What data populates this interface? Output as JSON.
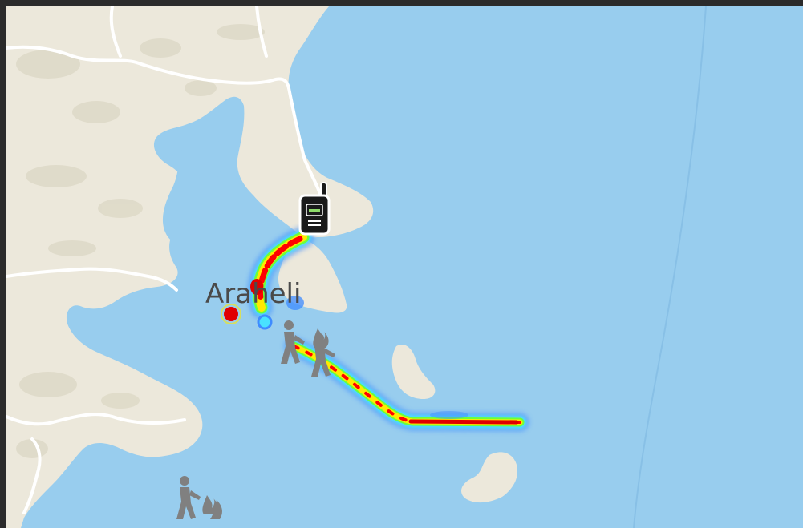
{
  "map": {
    "place_label": "Araheli",
    "colors": {
      "water": "#98cdee",
      "land": "#ece8db",
      "land_shade": "#ddd8c6",
      "road": "#ffffff",
      "heat_low": "#3e8bff",
      "heat_mid_low": "#49e2ff",
      "heat_mid": "#6cff3a",
      "heat_high": "#ffe900",
      "heat_max": "#ff0000"
    },
    "markers": [
      {
        "name": "radio-device-marker",
        "icon": "walkie-talkie-icon"
      },
      {
        "name": "hiker-marker",
        "icon": "hiker-icon"
      },
      {
        "name": "hiker-marker-2",
        "icon": "hiker-icon"
      },
      {
        "name": "hiker-marker-3",
        "icon": "hiker-icon"
      }
    ]
  }
}
